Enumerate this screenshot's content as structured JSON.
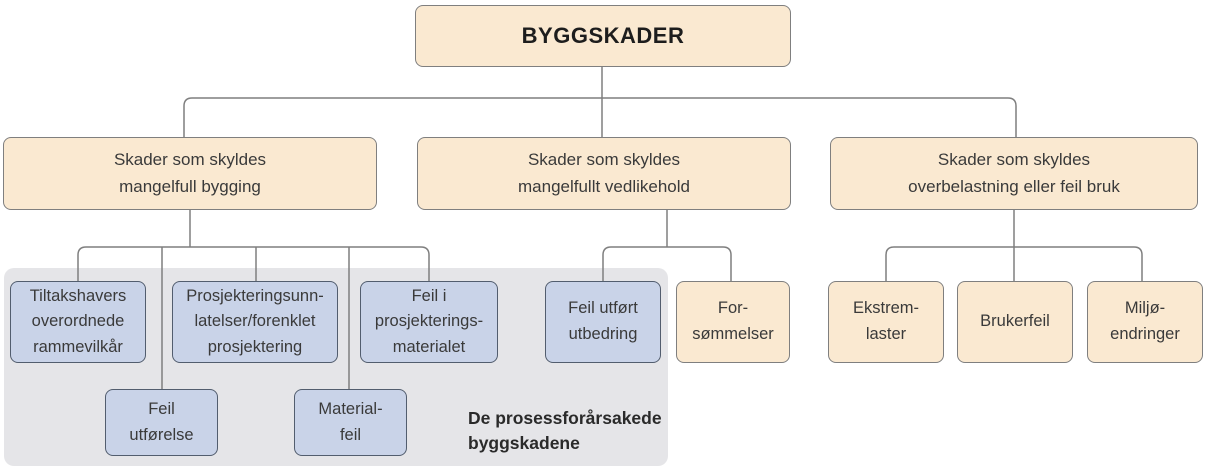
{
  "root": {
    "label": "BYGGSKADER"
  },
  "branches": {
    "bygging": {
      "label": "Skader som skyldes\nmangelfull bygging"
    },
    "vedlikehold": {
      "label": "Skader som skyldes\nmangelfullt vedlikehold"
    },
    "overbelastning": {
      "label": "Skader som skyldes\noverbelastning eller feil bruk"
    }
  },
  "leaves": {
    "tiltakshavers": {
      "label": "Tiltakshavers\noverordnede\nrammevilkår"
    },
    "prosjekteringsunnlatelser": {
      "label": "Prosjekteringsunn-\nlatelser/forenklet\nprosjektering"
    },
    "feil_i_prosjekteringsmaterialet": {
      "label": "Feil i\nprosjekterings-\nmaterialet"
    },
    "feil_utforelse": {
      "label": "Feil\nutførelse"
    },
    "materialfeil": {
      "label": "Material-\nfeil"
    },
    "feil_utfort_utbedring": {
      "label": "Feil utført\nutbedring"
    },
    "forsommelser": {
      "label": "For-\nsømmelser"
    },
    "ekstremlaster": {
      "label": "Ekstrem-\nlaster"
    },
    "brukerfeil": {
      "label": "Brukerfeil"
    },
    "miljoendringer": {
      "label": "Miljø-\nendringer"
    }
  },
  "process_group": {
    "caption": "De prosessforårsakede\nbyggskadene"
  },
  "colors": {
    "cream": "#fae9d1",
    "cream_border": "#7f7f7f",
    "blue": "#c9d3e8",
    "blue_border": "#525d6e",
    "panel": "#e5e5e8",
    "line": "#7f7f7f"
  }
}
